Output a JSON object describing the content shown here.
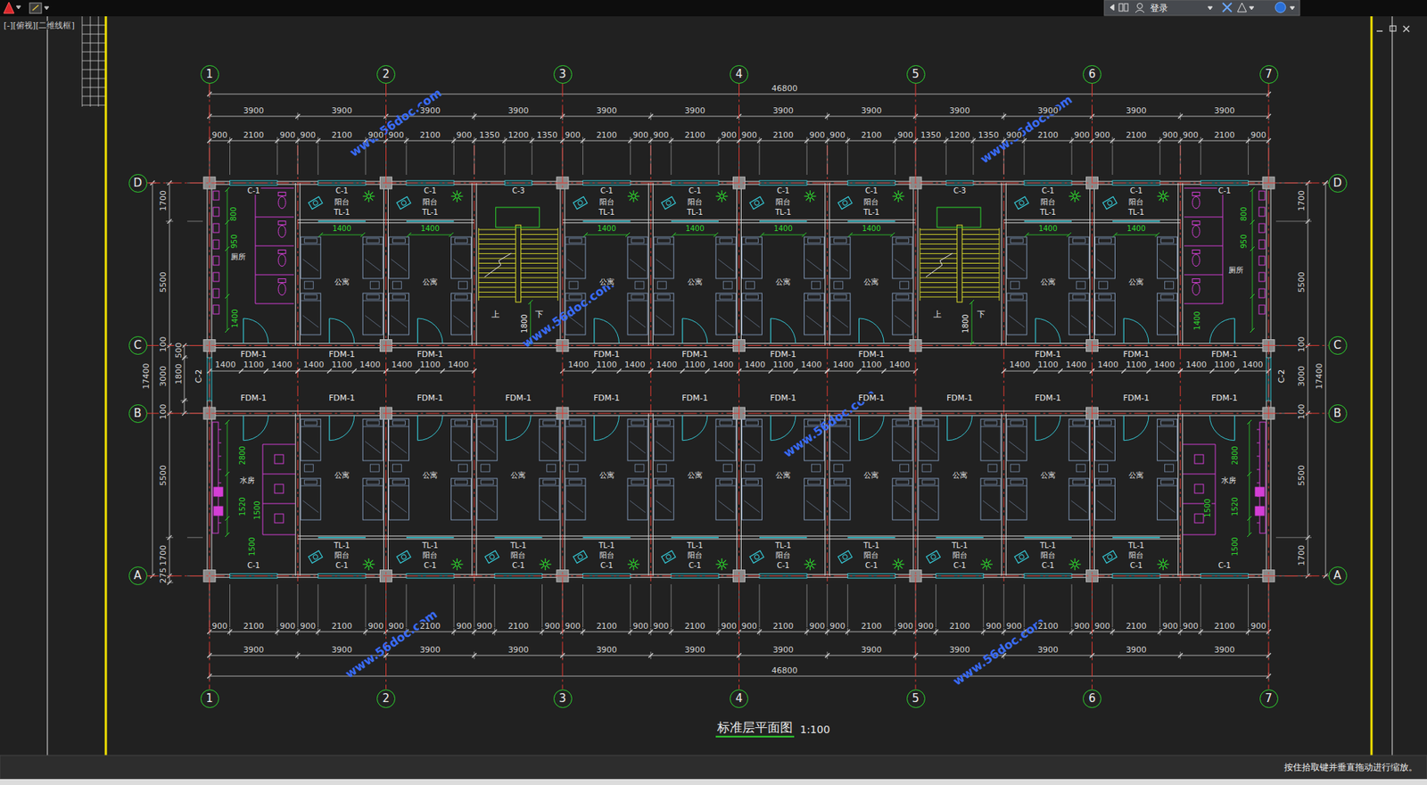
{
  "diagram": {
    "caption": "标准层平面图",
    "nodes": [
      {
        "text": [
          "1"
        ]
      },
      {
        "text": [
          "2"
        ]
      },
      {
        "text": [
          "3"
        ]
      },
      {
        "text": [
          "4"
        ]
      },
      {
        "text": [
          "5"
        ]
      },
      {
        "text": [
          "6"
        ]
      },
      {
        "text": [
          "7"
        ]
      },
      {
        "text": [
          "D"
        ]
      },
      {
        "text": [
          "D"
        ]
      },
      {
        "text": [
          "C"
        ]
      },
      {
        "text": [
          "C"
        ]
      },
      {
        "text": [
          "B"
        ]
      },
      {
        "text": [
          "B"
        ]
      },
      {
        "text": [
          "A"
        ]
      },
      {
        "text": [
          "A"
        ]
      },
      {
        "text": [
          "1"
        ]
      },
      {
        "text": [
          "2"
        ]
      },
      {
        "text": [
          "3"
        ]
      },
      {
        "text": [
          "4"
        ]
      },
      {
        "text": [
          "5"
        ]
      },
      {
        "text": [
          "6"
        ]
      },
      {
        "text": [
          "7"
        ]
      }
    ],
    "edges": [
      {
        "from": 0,
        "to": 15,
        "arrow": "none"
      },
      {
        "from": 1,
        "to": 16,
        "arrow": "none"
      },
      {
        "from": 2,
        "to": 17,
        "arrow": "none"
      },
      {
        "from": 3,
        "to": 18,
        "arrow": "none"
      },
      {
        "from": 4,
        "to": 19,
        "arrow": "none"
      },
      {
        "from": 5,
        "to": 20,
        "arrow": "none"
      },
      {
        "from": 6,
        "to": 21,
        "arrow": "none"
      },
      {
        "from": 7,
        "to": 8,
        "arrow": "none"
      },
      {
        "from": 9,
        "to": 10,
        "arrow": "none"
      },
      {
        "from": 11,
        "to": 12,
        "arrow": "none"
      },
      {
        "from": 13,
        "to": 14,
        "arrow": "none"
      }
    ],
    "labels": [
      "[-][俯视][二维线框]",
      "登录",
      "按住拾取键并垂直拖动进行缩放。",
      "46800",
      "3900",
      "3900",
      "3900",
      "3900",
      "3900",
      "3900",
      "3900",
      "3900",
      "3900",
      "3900",
      "3900",
      "3900",
      "900",
      "2100",
      "900",
      "900",
      "2100",
      "900",
      "900",
      "2100",
      "900",
      "1350",
      "1200",
      "1350",
      "900",
      "2100",
      "900",
      "900",
      "2100",
      "900",
      "900",
      "2100",
      "900",
      "900",
      "2100",
      "900",
      "1350",
      "1200",
      "1350",
      "900",
      "2100",
      "900",
      "900",
      "2100",
      "900",
      "900",
      "2100",
      "900",
      "900",
      "2100",
      "900",
      "900",
      "2100",
      "900",
      "900",
      "2100",
      "900",
      "900",
      "2100",
      "900",
      "900",
      "2100",
      "900",
      "900",
      "2100",
      "900",
      "900",
      "2100",
      "900",
      "900",
      "2100",
      "900",
      "900",
      "2100",
      "900",
      "900",
      "2100",
      "900",
      "900",
      "2100",
      "900",
      "900",
      "2100",
      "900",
      "3900",
      "3900",
      "3900",
      "3900",
      "3900",
      "3900",
      "3900",
      "3900",
      "3900",
      "3900",
      "3900",
      "3900",
      "46800",
      "17400",
      "1700",
      "5500",
      "100",
      "3000",
      "100",
      "5500",
      "1700",
      "275",
      "500",
      "1800",
      "C-2",
      "17400",
      "1700",
      "5500",
      "100",
      "3000",
      "100",
      "5500",
      "1700",
      "C-2",
      "C-1",
      "800",
      "950",
      "1400",
      "厕所",
      "C-1",
      "阳台",
      "TL-1",
      "1400",
      "公寓",
      "C-1",
      "阳台",
      "TL-1",
      "1400",
      "公寓",
      "C-3",
      "上",
      "下",
      "1800",
      "C-1",
      "阳台",
      "TL-1",
      "1400",
      "公寓",
      "C-1",
      "阳台",
      "TL-1",
      "1400",
      "公寓",
      "C-1",
      "阳台",
      "TL-1",
      "1400",
      "公寓",
      "C-1",
      "阳台",
      "TL-1",
      "1400",
      "公寓",
      "C-3",
      "上",
      "下",
      "1800",
      "C-1",
      "阳台",
      "TL-1",
      "1400",
      "公寓",
      "C-1",
      "阳台",
      "TL-1",
      "1400",
      "公寓",
      "C-1",
      "800",
      "950",
      "1400",
      "厕所",
      "FDM-1",
      "1400",
      "1100",
      "1400",
      "FDM-1",
      "1400",
      "1100",
      "1400",
      "FDM-1",
      "1400",
      "1100",
      "1400",
      "FDM-1",
      "1400",
      "1100",
      "1400",
      "FDM-1",
      "1400",
      "1100",
      "1400",
      "FDM-1",
      "1400",
      "1100",
      "1400",
      "FDM-1",
      "1400",
      "1100",
      "1400",
      "FDM-1",
      "1400",
      "1100",
      "1400",
      "FDM-1",
      "1400",
      "1100",
      "1400",
      "FDM-1",
      "1400",
      "1100",
      "1400",
      "FDM-1",
      "FDM-1",
      "FDM-1",
      "FDM-1",
      "FDM-1",
      "FDM-1",
      "FDM-1",
      "FDM-1",
      "FDM-1",
      "FDM-1",
      "FDM-1",
      "FDM-1",
      "C-1",
      "2800",
      "1520",
      "1500",
      "1500",
      "水房",
      "公寓",
      "TL-1",
      "阳台",
      "C-1",
      "公寓",
      "TL-1",
      "阳台",
      "C-1",
      "公寓",
      "TL-1",
      "阳台",
      "C-1",
      "公寓",
      "TL-1",
      "阳台",
      "C-1",
      "公寓",
      "TL-1",
      "阳台",
      "C-1",
      "公寓",
      "TL-1",
      "阳台",
      "C-1",
      "公寓",
      "TL-1",
      "阳台",
      "C-1",
      "公寓",
      "TL-1",
      "阳台",
      "C-1",
      "公寓",
      "TL-1",
      "阳台",
      "C-1",
      "公寓",
      "TL-1",
      "阳台",
      "C-1",
      "C-1",
      "2800",
      "1520",
      "1500",
      "1500",
      "水房",
      "1:100",
      "www.56doc.com",
      "www.56doc.com",
      "www.56doc.com",
      "www.56doc.com",
      "www.56doc.com",
      "www.56doc.com"
    ]
  }
}
